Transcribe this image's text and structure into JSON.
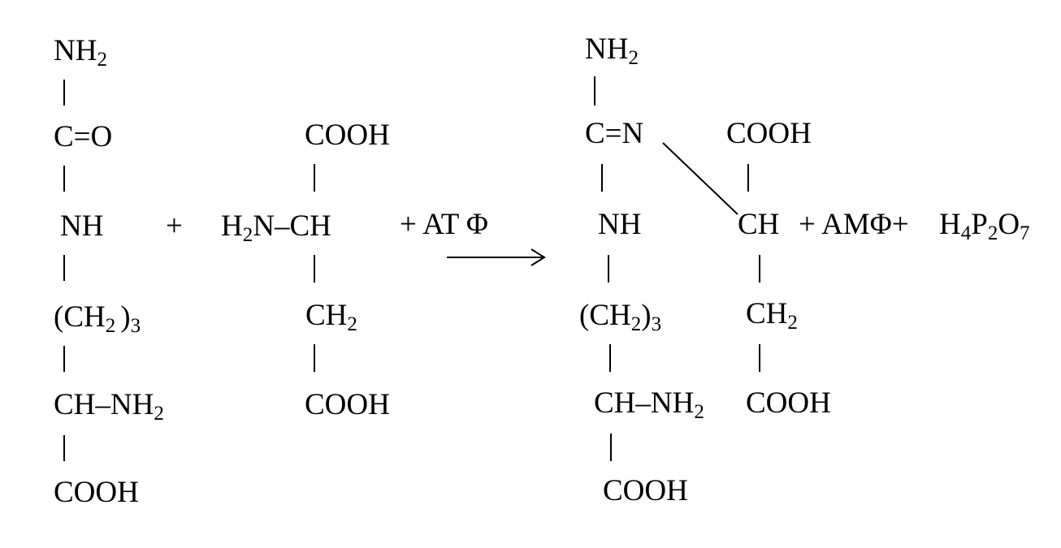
{
  "reactants": {
    "citrulline": {
      "amine": {
        "main": "NH",
        "sub": "2"
      },
      "carbonyl": "C=O",
      "imino": "NH",
      "chain": {
        "open": "(CH",
        "sub": "2",
        "close": ")",
        "count": "3"
      },
      "alpha": {
        "main": "CH–NH",
        "sub": "2"
      },
      "carboxyl": "COOH"
    },
    "plus": "+",
    "aspartate": {
      "top_carboxyl": "COOH",
      "amine_ch": {
        "pre": "H",
        "sub": "2",
        "post": "N–CH"
      },
      "methylene": {
        "main": "CH",
        "sub": "2"
      },
      "bottom_carboxyl": "COOH"
    },
    "energy": "+ AT Φ"
  },
  "arrow": "→",
  "products": {
    "argininosuccinate_left": {
      "amine": {
        "main": "NH",
        "sub": "2"
      },
      "imine": "C=N",
      "imino": "NH",
      "chain": {
        "open": "(CH",
        "sub": "2",
        "close": ")",
        "count": "3"
      },
      "alpha": {
        "main": "CH–NH",
        "sub": "2"
      },
      "carboxyl": "COOH"
    },
    "argininosuccinate_right": {
      "top_carboxyl": "COOH",
      "ch": "CH",
      "methylene": {
        "main": "CH",
        "sub": "2"
      },
      "bottom_carboxyl": "COOH"
    },
    "byproducts": {
      "amp": "+ AMΦ+",
      "pyro": {
        "h": "H",
        "h_sub": "4",
        "p": "P",
        "p_sub": "2",
        "o": "O",
        "o_sub": "7"
      }
    }
  }
}
